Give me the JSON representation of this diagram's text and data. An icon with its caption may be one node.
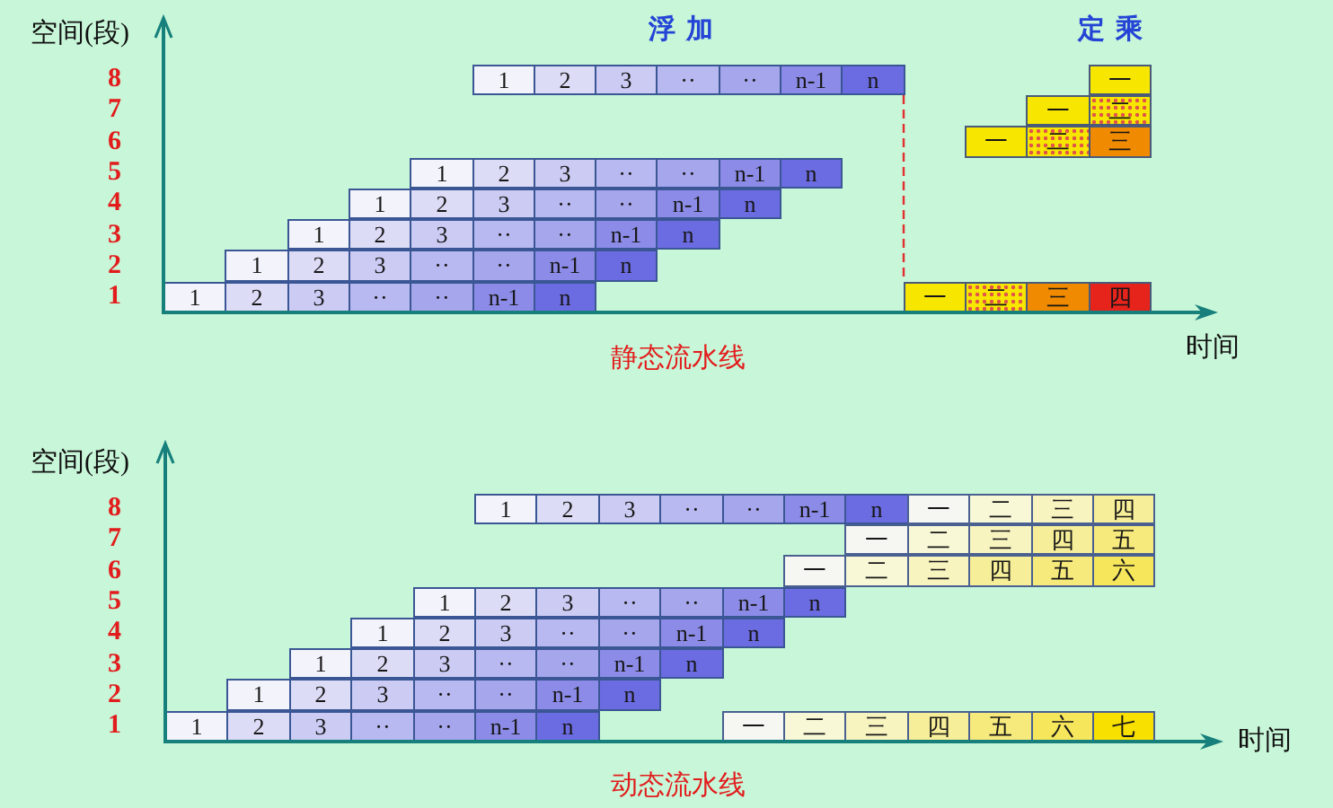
{
  "diagram": {
    "nodes": [
      {
        "text": [
          "1"
        ]
      },
      {
        "text": [
          "2"
        ]
      },
      {
        "text": [
          "3"
        ]
      },
      {
        "text": [
          "··"
        ]
      },
      {
        "text": [
          "··"
        ]
      },
      {
        "text": [
          "n-1"
        ]
      },
      {
        "text": [
          "n"
        ]
      },
      {
        "text": [
          "一"
        ]
      },
      {
        "text": [
          "一"
        ]
      },
      {
        "text": [
          "二"
        ]
      },
      {
        "text": [
          "一"
        ]
      },
      {
        "text": [
          "二"
        ]
      },
      {
        "text": [
          "三"
        ]
      },
      {
        "text": [
          "1"
        ]
      },
      {
        "text": [
          "2"
        ]
      },
      {
        "text": [
          "3"
        ]
      },
      {
        "text": [
          "··"
        ]
      },
      {
        "text": [
          "··"
        ]
      },
      {
        "text": [
          "n-1"
        ]
      },
      {
        "text": [
          "n"
        ]
      },
      {
        "text": [
          "1"
        ]
      },
      {
        "text": [
          "2"
        ]
      },
      {
        "text": [
          "3"
        ]
      },
      {
        "text": [
          "··"
        ]
      },
      {
        "text": [
          "··"
        ]
      },
      {
        "text": [
          "n-1"
        ]
      },
      {
        "text": [
          "n"
        ]
      },
      {
        "text": [
          "1"
        ]
      },
      {
        "text": [
          "2"
        ]
      },
      {
        "text": [
          "3"
        ]
      },
      {
        "text": [
          "··"
        ]
      },
      {
        "text": [
          "··"
        ]
      },
      {
        "text": [
          "n-1"
        ]
      },
      {
        "text": [
          "n"
        ]
      },
      {
        "text": [
          "1"
        ]
      },
      {
        "text": [
          "2"
        ]
      },
      {
        "text": [
          "3"
        ]
      },
      {
        "text": [
          "··"
        ]
      },
      {
        "text": [
          "··"
        ]
      },
      {
        "text": [
          "n-1"
        ]
      },
      {
        "text": [
          "n"
        ]
      },
      {
        "text": [
          "1"
        ]
      },
      {
        "text": [
          "2"
        ]
      },
      {
        "text": [
          "3"
        ]
      },
      {
        "text": [
          "··"
        ]
      },
      {
        "text": [
          "··"
        ]
      },
      {
        "text": [
          "n-1"
        ]
      },
      {
        "text": [
          "n"
        ]
      },
      {
        "text": [
          "一"
        ]
      },
      {
        "text": [
          "二"
        ]
      },
      {
        "text": [
          "三"
        ]
      },
      {
        "text": [
          "四"
        ]
      },
      {
        "text": [
          "1"
        ]
      },
      {
        "text": [
          "2"
        ]
      },
      {
        "text": [
          "3"
        ]
      },
      {
        "text": [
          "··"
        ]
      },
      {
        "text": [
          "··"
        ]
      },
      {
        "text": [
          "n-1"
        ]
      },
      {
        "text": [
          "n"
        ]
      },
      {
        "text": [
          "一"
        ]
      },
      {
        "text": [
          "二"
        ]
      },
      {
        "text": [
          "三"
        ]
      },
      {
        "text": [
          "四"
        ]
      },
      {
        "text": [
          "一"
        ]
      },
      {
        "text": [
          "二"
        ]
      },
      {
        "text": [
          "三"
        ]
      },
      {
        "text": [
          "四"
        ]
      },
      {
        "text": [
          "五"
        ]
      },
      {
        "text": [
          "一"
        ]
      },
      {
        "text": [
          "二"
        ]
      },
      {
        "text": [
          "三"
        ]
      },
      {
        "text": [
          "四"
        ]
      },
      {
        "text": [
          "五"
        ]
      },
      {
        "text": [
          "六"
        ]
      },
      {
        "text": [
          "1"
        ]
      },
      {
        "text": [
          "2"
        ]
      },
      {
        "text": [
          "3"
        ]
      },
      {
        "text": [
          "··"
        ]
      },
      {
        "text": [
          "··"
        ]
      },
      {
        "text": [
          "n-1"
        ]
      },
      {
        "text": [
          "n"
        ]
      },
      {
        "text": [
          "1"
        ]
      },
      {
        "text": [
          "2"
        ]
      },
      {
        "text": [
          "3"
        ]
      },
      {
        "text": [
          "··"
        ]
      },
      {
        "text": [
          "··"
        ]
      },
      {
        "text": [
          "n-1"
        ]
      },
      {
        "text": [
          "n"
        ]
      },
      {
        "text": [
          "1"
        ]
      },
      {
        "text": [
          "2"
        ]
      },
      {
        "text": [
          "3"
        ]
      },
      {
        "text": [
          "··"
        ]
      },
      {
        "text": [
          "··"
        ]
      },
      {
        "text": [
          "n-1"
        ]
      },
      {
        "text": [
          "n"
        ]
      },
      {
        "text": [
          "1"
        ]
      },
      {
        "text": [
          "2"
        ]
      },
      {
        "text": [
          "3"
        ]
      },
      {
        "text": [
          "··"
        ]
      },
      {
        "text": [
          "··"
        ]
      },
      {
        "text": [
          "n-1"
        ]
      },
      {
        "text": [
          "n"
        ]
      },
      {
        "text": [
          "1"
        ]
      },
      {
        "text": [
          "2"
        ]
      },
      {
        "text": [
          "3"
        ]
      },
      {
        "text": [
          "··"
        ]
      },
      {
        "text": [
          "··"
        ]
      },
      {
        "text": [
          "n-1"
        ]
      },
      {
        "text": [
          "n"
        ]
      },
      {
        "text": [
          "一"
        ]
      },
      {
        "text": [
          "二"
        ]
      },
      {
        "text": [
          "三"
        ]
      },
      {
        "text": [
          "四"
        ]
      },
      {
        "text": [
          "五"
        ]
      },
      {
        "text": [
          "六"
        ]
      },
      {
        "text": [
          "七"
        ]
      }
    ],
    "edges": [
      {
        "from": 6,
        "to": 48,
        "arrow": "none",
        "style": "dashed",
        "color": "#e03030"
      }
    ],
    "labels": [
      "空间(段)",
      "浮加",
      "定乘",
      "8",
      "7",
      "6",
      "5",
      "4",
      "3",
      "2",
      "1",
      "时间",
      "静态流水线",
      "空间(段)",
      "8",
      "7",
      "6",
      "5",
      "4",
      "3",
      "2",
      "1",
      "时间",
      "动态流水线"
    ]
  }
}
